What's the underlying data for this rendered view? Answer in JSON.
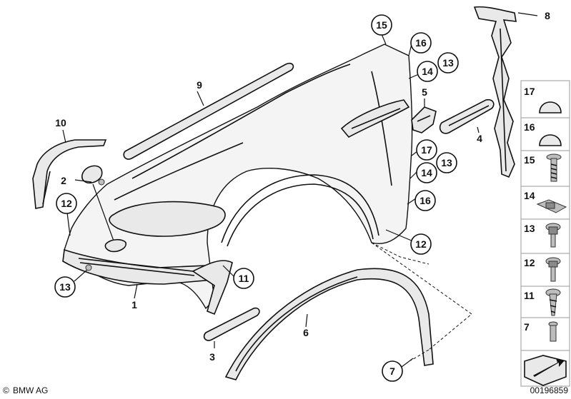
{
  "callouts": {
    "c15a": "15",
    "c16a": "16",
    "c14a": "14",
    "c13a": "13",
    "c17": "17",
    "c13b": "13",
    "c14b": "14",
    "c16b": "16",
    "c12a": "12",
    "c12b": "12",
    "c13c": "13",
    "c11": "11",
    "c7": "7"
  },
  "labels": {
    "l1": "1",
    "l2": "2",
    "l3": "3",
    "l4": "4",
    "l5": "5",
    "l6": "6",
    "l8": "8",
    "l9": "9",
    "l10": "10"
  },
  "sidebar": [
    "17",
    "16",
    "15",
    "14",
    "13",
    "12",
    "11",
    "7"
  ],
  "footer": {
    "brand": "BMW AG",
    "diagram_number": "00196859"
  },
  "icons": {
    "copyright": "©"
  }
}
